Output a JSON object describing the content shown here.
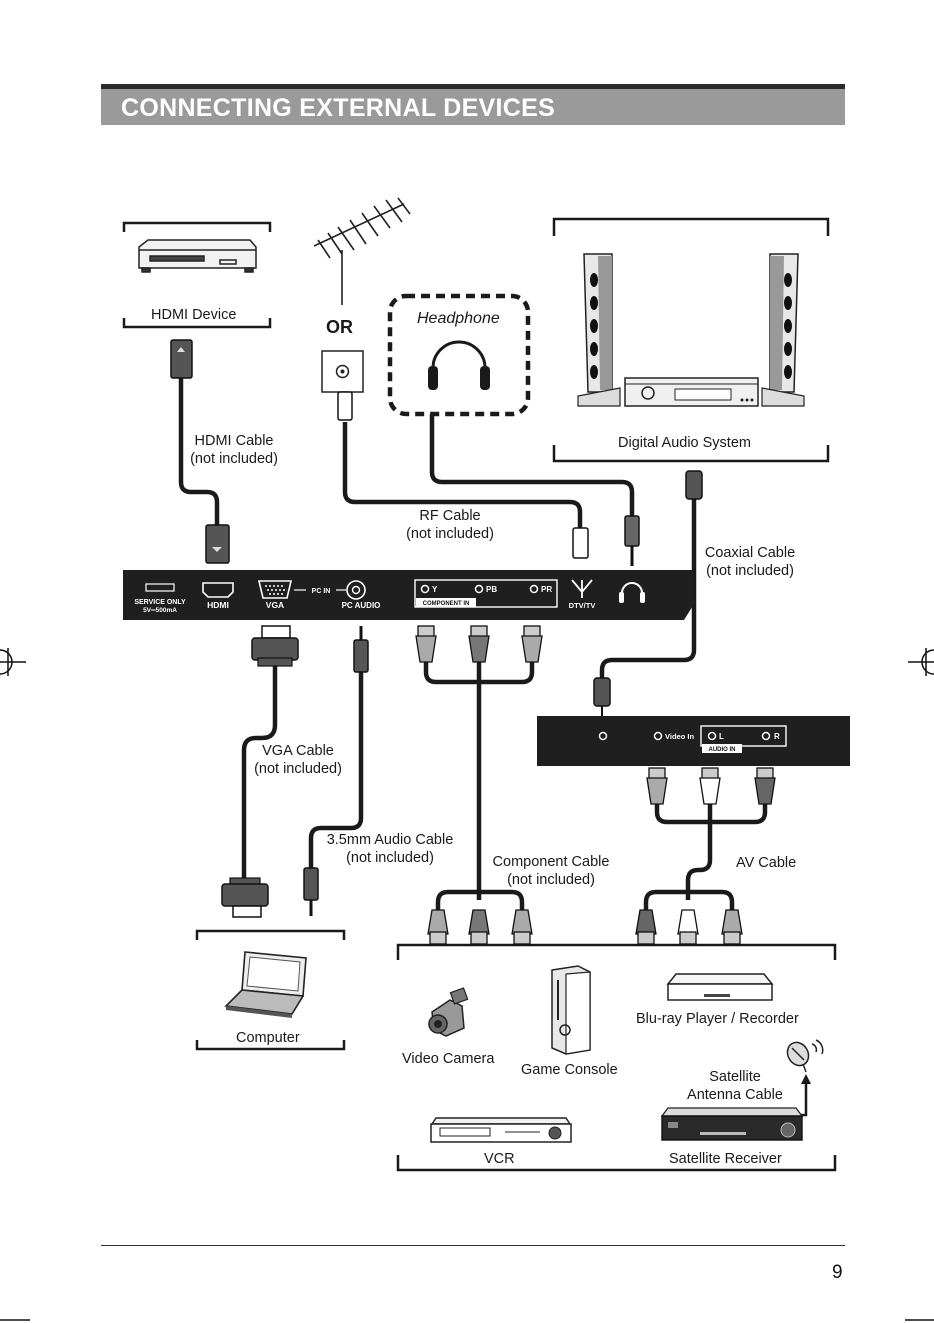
{
  "header": {
    "title": "CONNECTING EXTERNAL DEVICES"
  },
  "panel": {
    "service_line1": "SERVICE ONLY",
    "service_line2": "5V═500mA",
    "hdmi": "HDMI",
    "vga": "VGA",
    "pc_in": "PC  IN",
    "pc_audio": "PC  AUDIO",
    "y": "Y",
    "pb": "PB",
    "pr": "PR",
    "component_in": "COMPONENT IN",
    "dtv": "DTV/TV"
  },
  "panel2": {
    "video_in": "Video In",
    "l": "L",
    "r": "R",
    "audio_in": "AUDIO IN"
  },
  "labels": {
    "hdmi_device": "HDMI Device",
    "or": "OR",
    "headphone": "Headphone",
    "digital_audio": "Digital Audio System",
    "hdmi_cable_1": "HDMI Cable",
    "hdmi_cable_2": "(not included)",
    "rf_cable_1": "RF Cable",
    "rf_cable_2": "(not included)",
    "coaxial_1": "Coaxial Cable",
    "coaxial_2": "(not included)",
    "vga_cable_1": "VGA Cable",
    "vga_cable_2": "(not included)",
    "audio_cable_1": "3.5mm Audio Cable",
    "audio_cable_2": "(not included)",
    "component_1": "Component Cable",
    "component_2": "(not included)",
    "av_cable": "AV Cable",
    "computer": "Computer",
    "video_camera": "Video Camera",
    "game_console": "Game Console",
    "bluray": "Blu-ray Player / Recorder",
    "satellite_1": "Satellite",
    "satellite_2": "Antenna Cable",
    "vcr": "VCR",
    "satellite_receiver": "Satellite Receiver"
  },
  "footer": {
    "page_number": "9"
  }
}
